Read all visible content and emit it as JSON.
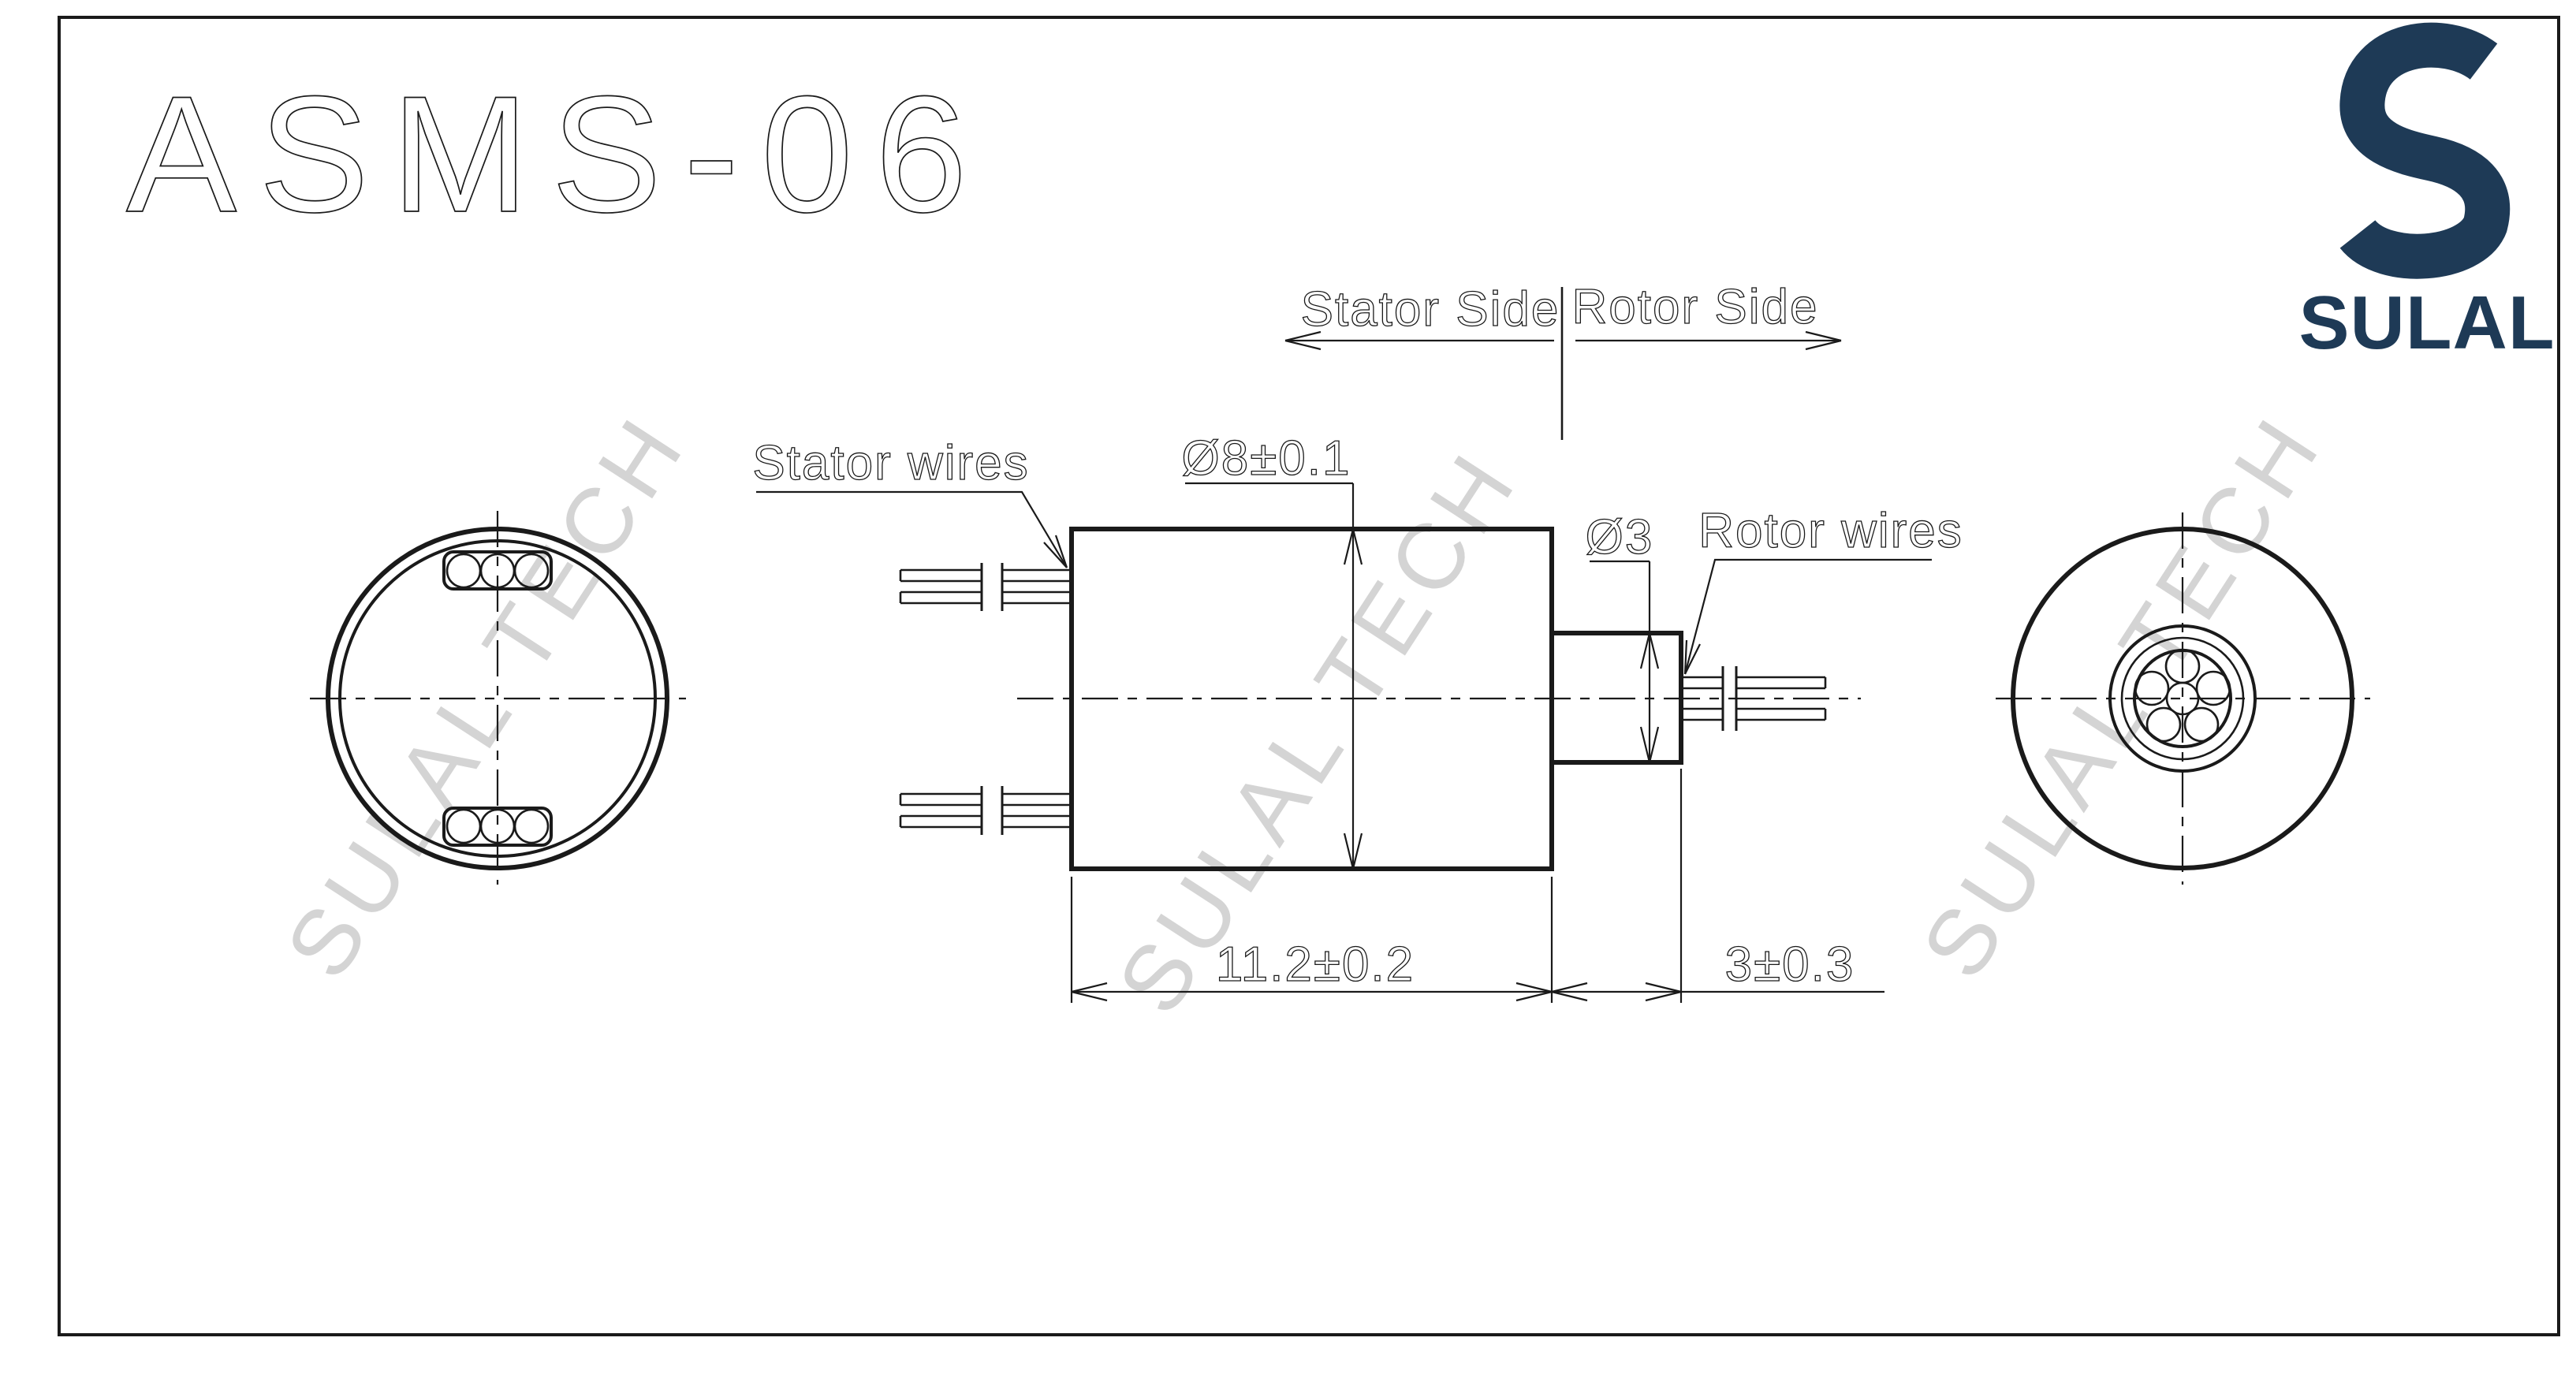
{
  "title": "ASMS-06",
  "brand": {
    "name": "SULAL",
    "icon": "s-ribbon-icon",
    "color": "#1e3a56"
  },
  "watermark": {
    "text": "SULAL TECH",
    "color": "#d4d4d4"
  },
  "labels": {
    "stator_side": "Stator Side",
    "rotor_side": "Rotor Side",
    "stator_wires": "Stator wires",
    "rotor_wires": "Rotor wires"
  },
  "dimensions": {
    "body_diameter": "Ø8±0.1",
    "shaft_diameter": "Ø3",
    "body_length": "11.2±0.2",
    "shaft_length": "3±0.3"
  },
  "line_color": "#1a1a1a"
}
